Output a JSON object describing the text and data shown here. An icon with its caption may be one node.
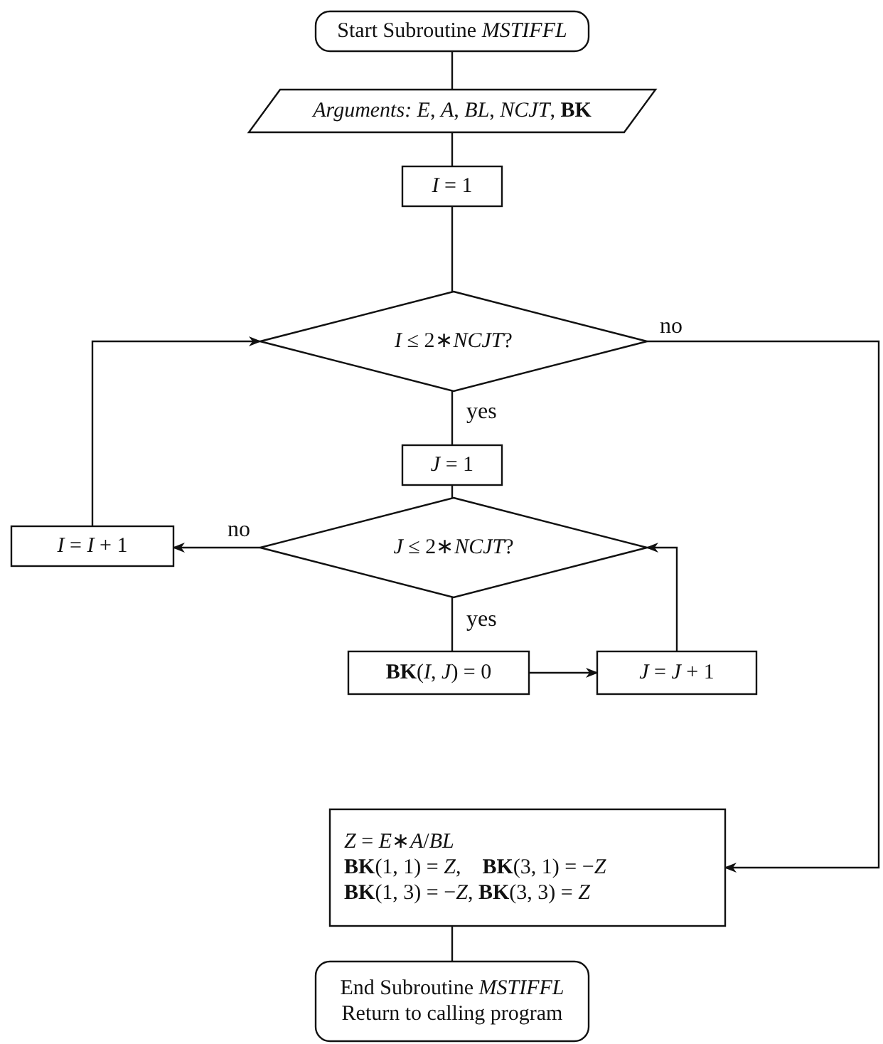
{
  "diagram": {
    "nodes": [
      {
        "text": [
          "Start Subroutine *MSTIFFL*"
        ]
      },
      {
        "text": [
          "*Arguments: E*, *A*, *BL*, *NCJT*, **BK**"
        ]
      },
      {
        "text": [
          "*I* = 1"
        ]
      },
      {
        "text": [
          "*I* ≤ 2∗*NCJT*?"
        ]
      },
      {
        "text": [
          "*J* = 1"
        ]
      },
      {
        "text": [
          "*I* = *I* + 1"
        ]
      },
      {
        "text": [
          "*J* ≤ 2∗*NCJT*?"
        ]
      },
      {
        "text": [
          "**BK**(*I*, *J*) = 0"
        ]
      },
      {
        "text": [
          "*J* = *J* + 1"
        ]
      },
      {
        "text": [
          "*Z* = *E*∗*A*/*BL*",
          "**BK**(1, 1) = *Z*,    **BK**(3, 1) = −*Z*",
          "**BK**(1, 3) = −*Z*, **BK**(3, 3) = *Z*"
        ]
      },
      {
        "text": [
          "End Subroutine *MSTIFFL*",
          "Return to calling program"
        ]
      }
    ],
    "edges": [
      {
        "from": 0,
        "to": 1,
        "arrow": "none"
      },
      {
        "from": 1,
        "to": 2,
        "arrow": "none"
      },
      {
        "from": 2,
        "to": 3,
        "arrow": "none"
      },
      {
        "from": 3,
        "to": 4,
        "arrow": "none",
        "label": "yes"
      },
      {
        "from": 3,
        "to": 9,
        "arrow": "to",
        "label": "no"
      },
      {
        "from": 4,
        "to": 6,
        "arrow": "none"
      },
      {
        "from": 6,
        "to": 5,
        "arrow": "to",
        "label": "no"
      },
      {
        "from": 5,
        "to": 3,
        "arrow": "to"
      },
      {
        "from": 6,
        "to": 7,
        "arrow": "none",
        "label": "yes"
      },
      {
        "from": 7,
        "to": 8,
        "arrow": "to"
      },
      {
        "from": 8,
        "to": 6,
        "arrow": "to"
      },
      {
        "from": 9,
        "to": 10,
        "arrow": "none"
      }
    ]
  }
}
